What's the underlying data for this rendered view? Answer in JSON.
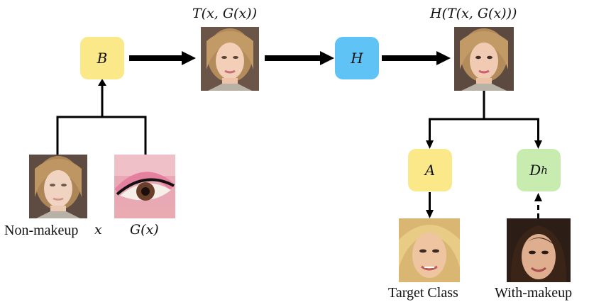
{
  "boxes": {
    "b": {
      "label": "B",
      "color": "#fbe888"
    },
    "h": {
      "label": "H",
      "color": "#5fc3f6"
    },
    "a": {
      "label": "A",
      "color": "#fbe888"
    },
    "dh": {
      "label": "D",
      "sub": "h",
      "color": "#c8ecb0"
    }
  },
  "labels": {
    "t_output": "T(x, G(x))",
    "h_output": "H(T(x, G(x)))",
    "non_makeup": "Non-makeup",
    "x_var": "x",
    "g_of_x": "G(x)",
    "target_class": "Target Class",
    "with_makeup": "With-makeup"
  },
  "icons": {
    "face_transferred": "woman-face-photo-icon",
    "face_adversarial": "woman-face-photo-icon",
    "face_source": "woman-face-photo-icon",
    "eye_makeup": "eye-makeup-closeup-icon",
    "face_target": "blonde-woman-face-photo-icon",
    "face_reference": "brunette-woman-face-photo-icon"
  }
}
